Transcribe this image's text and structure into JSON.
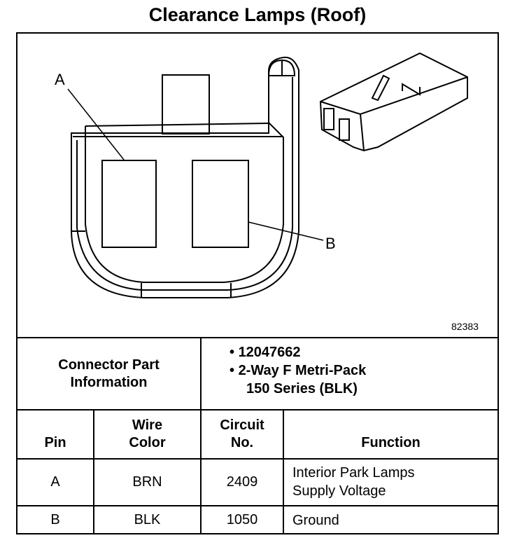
{
  "title": "Clearance Lamps (Roof)",
  "diagram": {
    "pin_labels": [
      "A",
      "B"
    ],
    "figure_number": "82383"
  },
  "connector_info": {
    "label_line1": "Connector Part",
    "label_line2": "Information",
    "items": [
      "12047662",
      "2-Way F Metri-Pack",
      "150 Series (BLK)"
    ]
  },
  "table": {
    "headers": {
      "pin": "Pin",
      "wire_color_1": "Wire",
      "wire_color_2": "Color",
      "circuit_1": "Circuit",
      "circuit_2": "No.",
      "function": "Function"
    },
    "rows": [
      {
        "pin": "A",
        "wire_color": "BRN",
        "circuit": "2409",
        "function_1": "Interior Park Lamps",
        "function_2": "Supply Voltage"
      },
      {
        "pin": "B",
        "wire_color": "BLK",
        "circuit": "1050",
        "function_1": "Ground",
        "function_2": ""
      }
    ]
  }
}
